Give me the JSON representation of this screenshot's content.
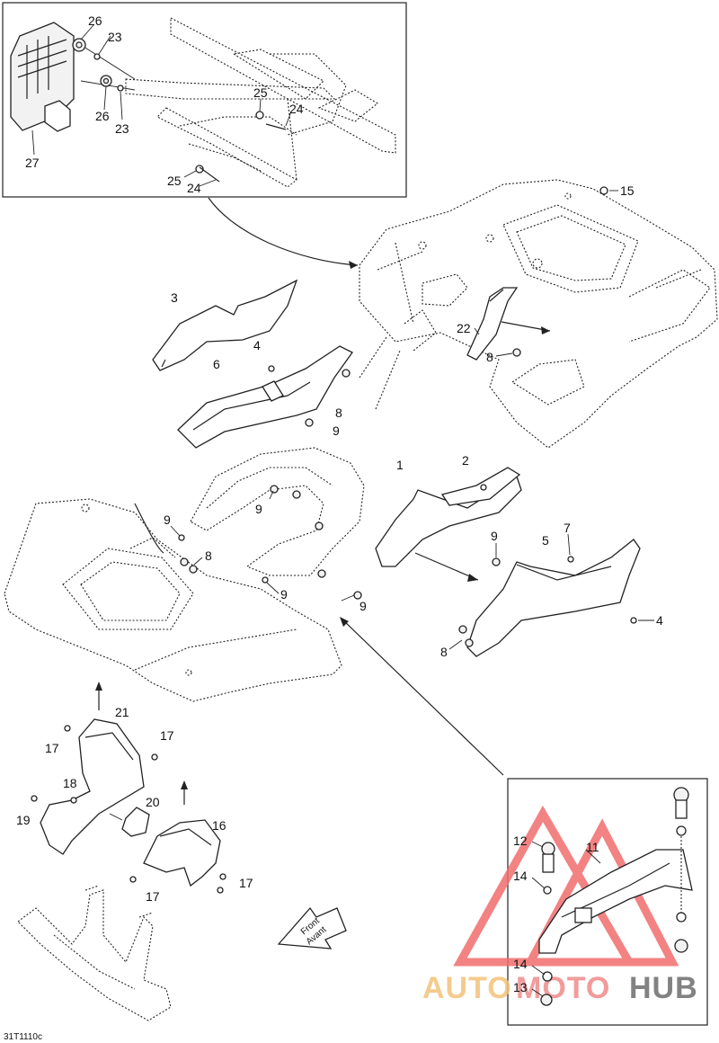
{
  "diagram": {
    "code": "31T1110c",
    "direction_arrow": {
      "line1": "Front",
      "line2": "Avant"
    },
    "callouts": [
      {
        "id": "c26a",
        "text": "26"
      },
      {
        "id": "c23a",
        "text": "23"
      },
      {
        "id": "c26b",
        "text": "26"
      },
      {
        "id": "c23b",
        "text": "23"
      },
      {
        "id": "c27",
        "text": "27"
      },
      {
        "id": "c25a",
        "text": "25"
      },
      {
        "id": "c24a",
        "text": "24"
      },
      {
        "id": "c25b",
        "text": "25"
      },
      {
        "id": "c24b",
        "text": "24"
      },
      {
        "id": "c15",
        "text": "15"
      },
      {
        "id": "c3",
        "text": "3"
      },
      {
        "id": "c4a",
        "text": "4"
      },
      {
        "id": "c6",
        "text": "6"
      },
      {
        "id": "c8a",
        "text": "8"
      },
      {
        "id": "c9a",
        "text": "9"
      },
      {
        "id": "c22",
        "text": "22"
      },
      {
        "id": "c8b",
        "text": "8"
      },
      {
        "id": "c1",
        "text": "1"
      },
      {
        "id": "c2",
        "text": "2"
      },
      {
        "id": "c9b",
        "text": "9"
      },
      {
        "id": "c9c",
        "text": "9"
      },
      {
        "id": "c8c",
        "text": "8"
      },
      {
        "id": "c9d",
        "text": "9"
      },
      {
        "id": "c9e",
        "text": "9"
      },
      {
        "id": "c9f",
        "text": "9"
      },
      {
        "id": "c5",
        "text": "5"
      },
      {
        "id": "c7",
        "text": "7"
      },
      {
        "id": "c4b",
        "text": "4"
      },
      {
        "id": "c8d",
        "text": "8"
      },
      {
        "id": "c21",
        "text": "21"
      },
      {
        "id": "c17a",
        "text": "17"
      },
      {
        "id": "c17b",
        "text": "17"
      },
      {
        "id": "c18",
        "text": "18"
      },
      {
        "id": "c19",
        "text": "19"
      },
      {
        "id": "c20",
        "text": "20"
      },
      {
        "id": "c16",
        "text": "16"
      },
      {
        "id": "c17c",
        "text": "17"
      },
      {
        "id": "c17d",
        "text": "17"
      },
      {
        "id": "c12",
        "text": "12"
      },
      {
        "id": "c11",
        "text": "11"
      },
      {
        "id": "c14a",
        "text": "14"
      },
      {
        "id": "c14b",
        "text": "14"
      },
      {
        "id": "c13",
        "text": "13"
      }
    ]
  },
  "watermark": {
    "part1": "AUTO",
    "part2": "MOTO",
    "part3": "HUB",
    "colors": {
      "auto": "#f3c27a",
      "moto": "#f08a8a",
      "hub": "#6d6d6d",
      "triangle": "#f26d6d"
    }
  }
}
